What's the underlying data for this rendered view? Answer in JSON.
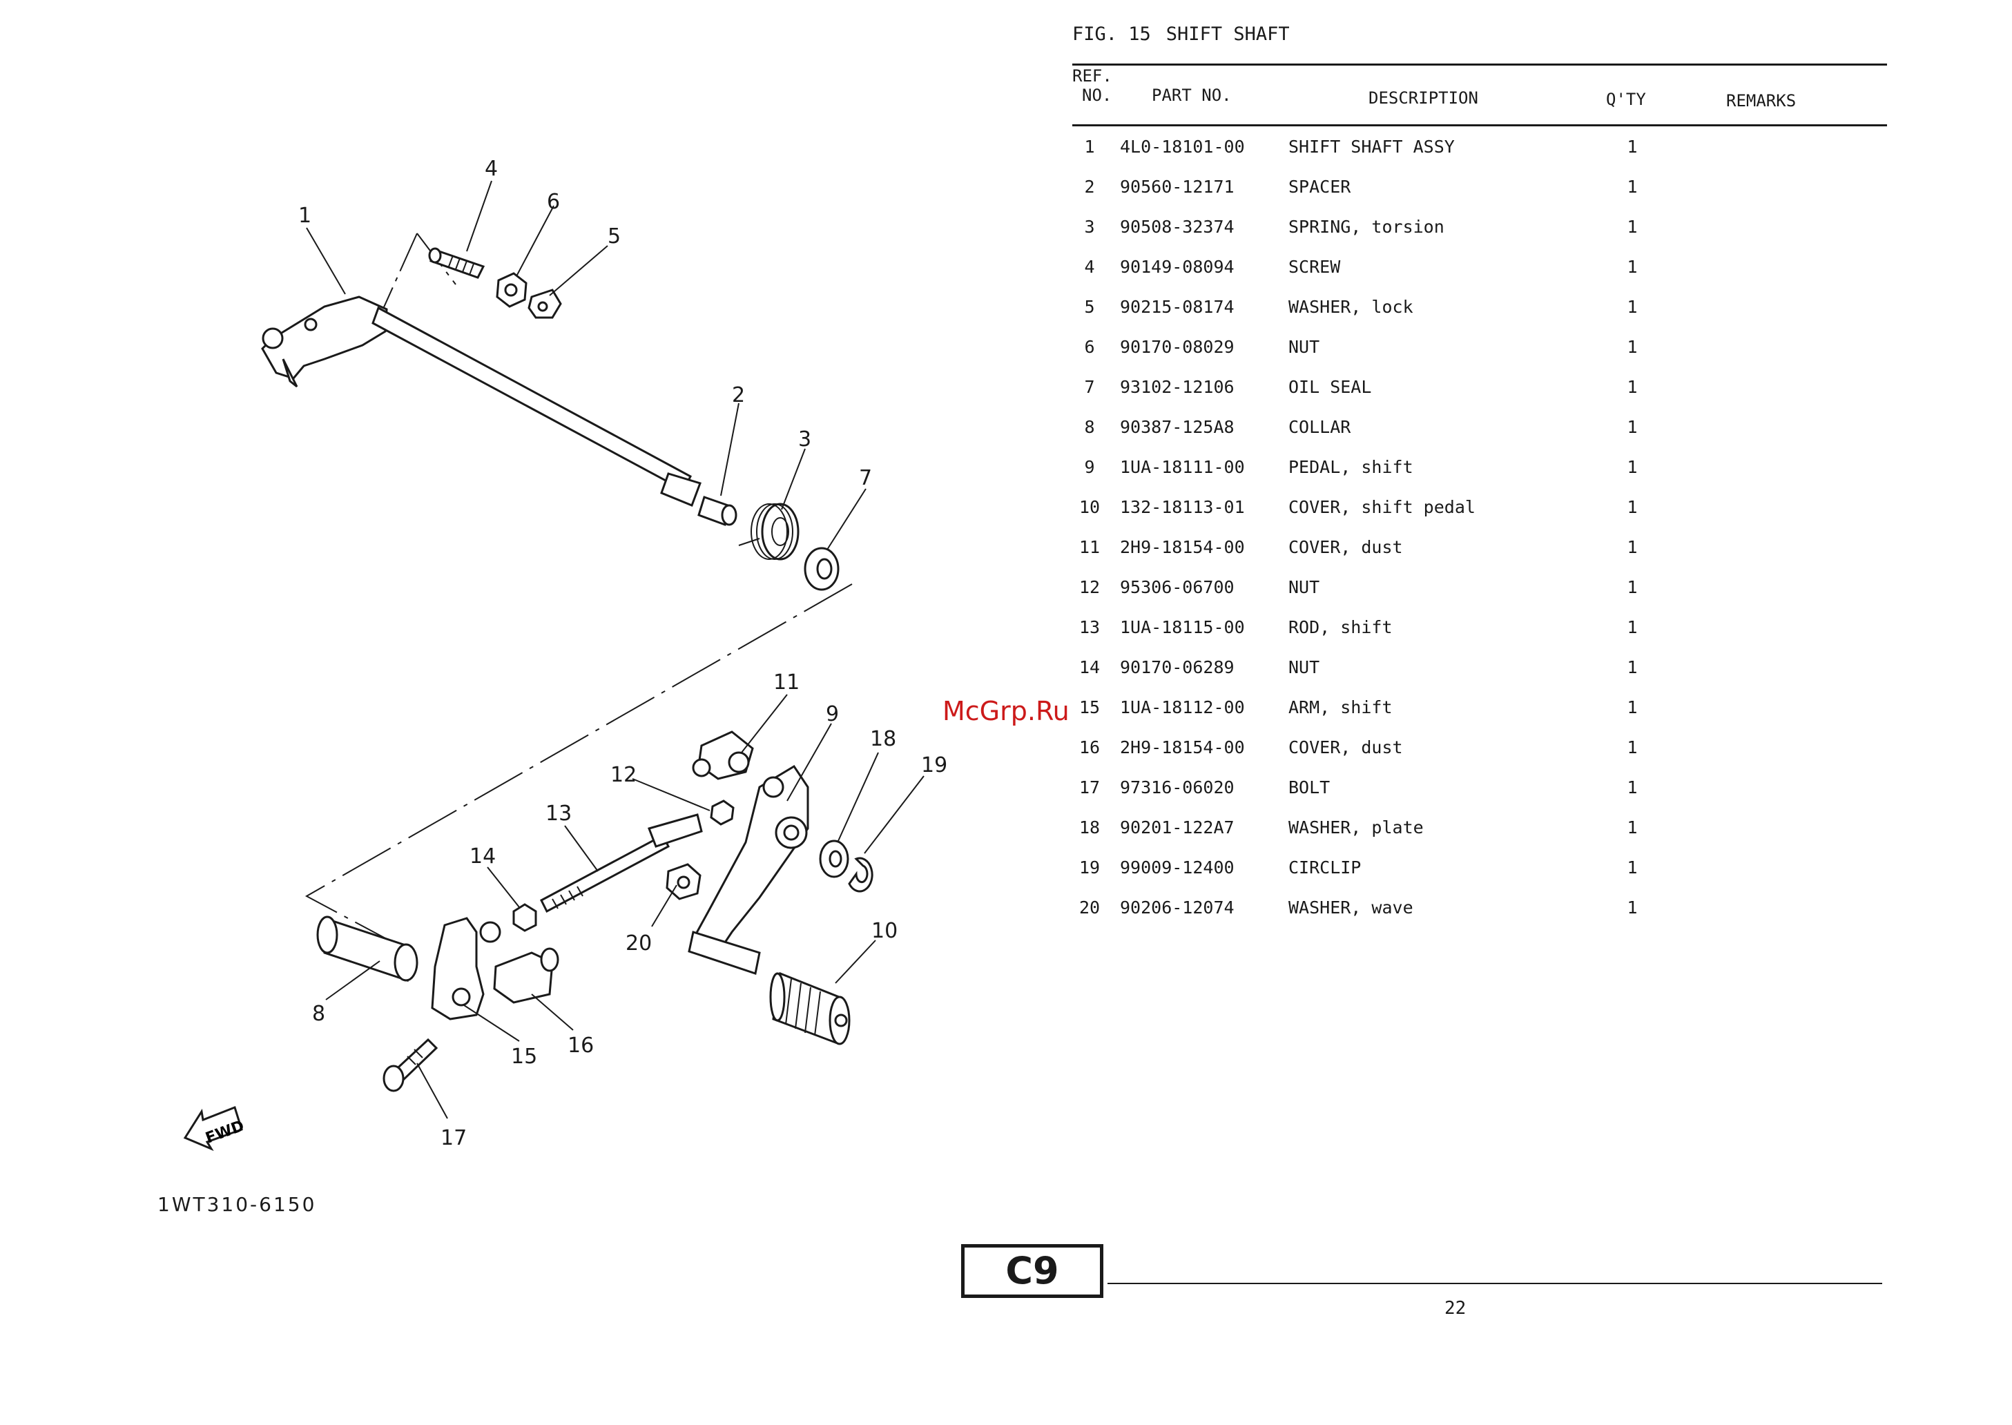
{
  "figure": {
    "fig_label": "FIG. 15",
    "title": "SHIFT SHAFT"
  },
  "columns": {
    "ref_line1": "REF.",
    "ref_line2": "NO.",
    "part_no": "PART NO.",
    "description": "DESCRIPTION",
    "qty": "Q'TY",
    "remarks": "REMARKS"
  },
  "parts": [
    {
      "ref": "1",
      "part_no": "4L0-18101-00",
      "description": "SHIFT SHAFT ASSY",
      "qty": "1"
    },
    {
      "ref": "2",
      "part_no": "90560-12171",
      "description": "SPACER",
      "qty": "1"
    },
    {
      "ref": "3",
      "part_no": "90508-32374",
      "description": "SPRING, torsion",
      "qty": "1"
    },
    {
      "ref": "4",
      "part_no": "90149-08094",
      "description": "SCREW",
      "qty": "1"
    },
    {
      "ref": "5",
      "part_no": "90215-08174",
      "description": "WASHER, lock",
      "qty": "1"
    },
    {
      "ref": "6",
      "part_no": "90170-08029",
      "description": "NUT",
      "qty": "1"
    },
    {
      "ref": "7",
      "part_no": "93102-12106",
      "description": "OIL SEAL",
      "qty": "1"
    },
    {
      "ref": "8",
      "part_no": "90387-125A8",
      "description": "COLLAR",
      "qty": "1"
    },
    {
      "ref": "9",
      "part_no": "1UA-18111-00",
      "description": "PEDAL, shift",
      "qty": "1"
    },
    {
      "ref": "10",
      "part_no": "132-18113-01",
      "description": "COVER, shift pedal",
      "qty": "1"
    },
    {
      "ref": "11",
      "part_no": "2H9-18154-00",
      "description": "COVER, dust",
      "qty": "1"
    },
    {
      "ref": "12",
      "part_no": "95306-06700",
      "description": "NUT",
      "qty": "1"
    },
    {
      "ref": "13",
      "part_no": "1UA-18115-00",
      "description": "ROD, shift",
      "qty": "1"
    },
    {
      "ref": "14",
      "part_no": "90170-06289",
      "description": "NUT",
      "qty": "1"
    },
    {
      "ref": "15",
      "part_no": "1UA-18112-00",
      "description": "ARM, shift",
      "qty": "1"
    },
    {
      "ref": "16",
      "part_no": "2H9-18154-00",
      "description": "COVER, dust",
      "qty": "1"
    },
    {
      "ref": "17",
      "part_no": "97316-06020",
      "description": "BOLT",
      "qty": "1"
    },
    {
      "ref": "18",
      "part_no": "90201-122A7",
      "description": "WASHER, plate",
      "qty": "1"
    },
    {
      "ref": "19",
      "part_no": "99009-12400",
      "description": "CIRCLIP",
      "qty": "1"
    },
    {
      "ref": "20",
      "part_no": "90206-12074",
      "description": "WASHER, wave",
      "qty": "1"
    }
  ],
  "diagram": {
    "drawing_id": "1WT310-6150",
    "fwd_label": "FWD",
    "callouts": [
      "1",
      "2",
      "3",
      "4",
      "5",
      "6",
      "7",
      "8",
      "9",
      "10",
      "11",
      "12",
      "13",
      "14",
      "15",
      "16",
      "17",
      "18",
      "19",
      "20"
    ]
  },
  "watermark": "McGrp.Ru",
  "section_label": "C9",
  "page_number": "22"
}
